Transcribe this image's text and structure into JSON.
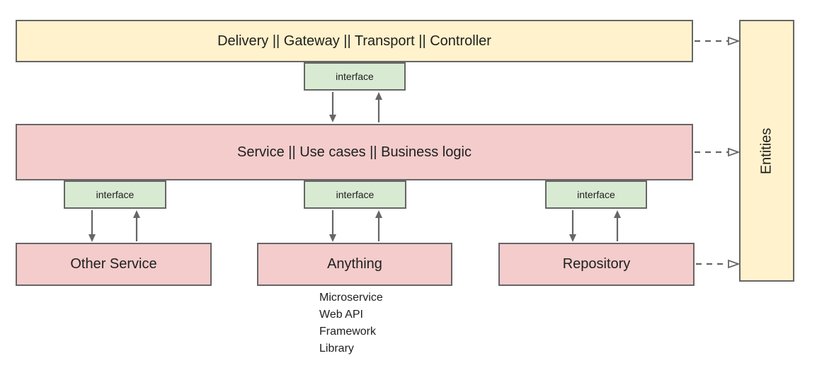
{
  "colors": {
    "canvas-bg": "#FFFFFF",
    "layer-fill": "#FFF2CC",
    "interface-fill": "#D9EAD3",
    "component-fill": "#F4CCCC",
    "box-border": "#666666",
    "arrow": "#666666",
    "text": "#202020"
  },
  "nodes": {
    "delivery_layer": "Delivery || Gateway || Transport || Controller",
    "service_layer": "Service || Use cases || Business logic",
    "entities": "Entities",
    "interface": "interface",
    "other_service": "Other Service",
    "anything": "Anything",
    "repository": "Repository"
  },
  "anything_examples": [
    "Microservice",
    "Web API",
    "Framework",
    "Library"
  ]
}
